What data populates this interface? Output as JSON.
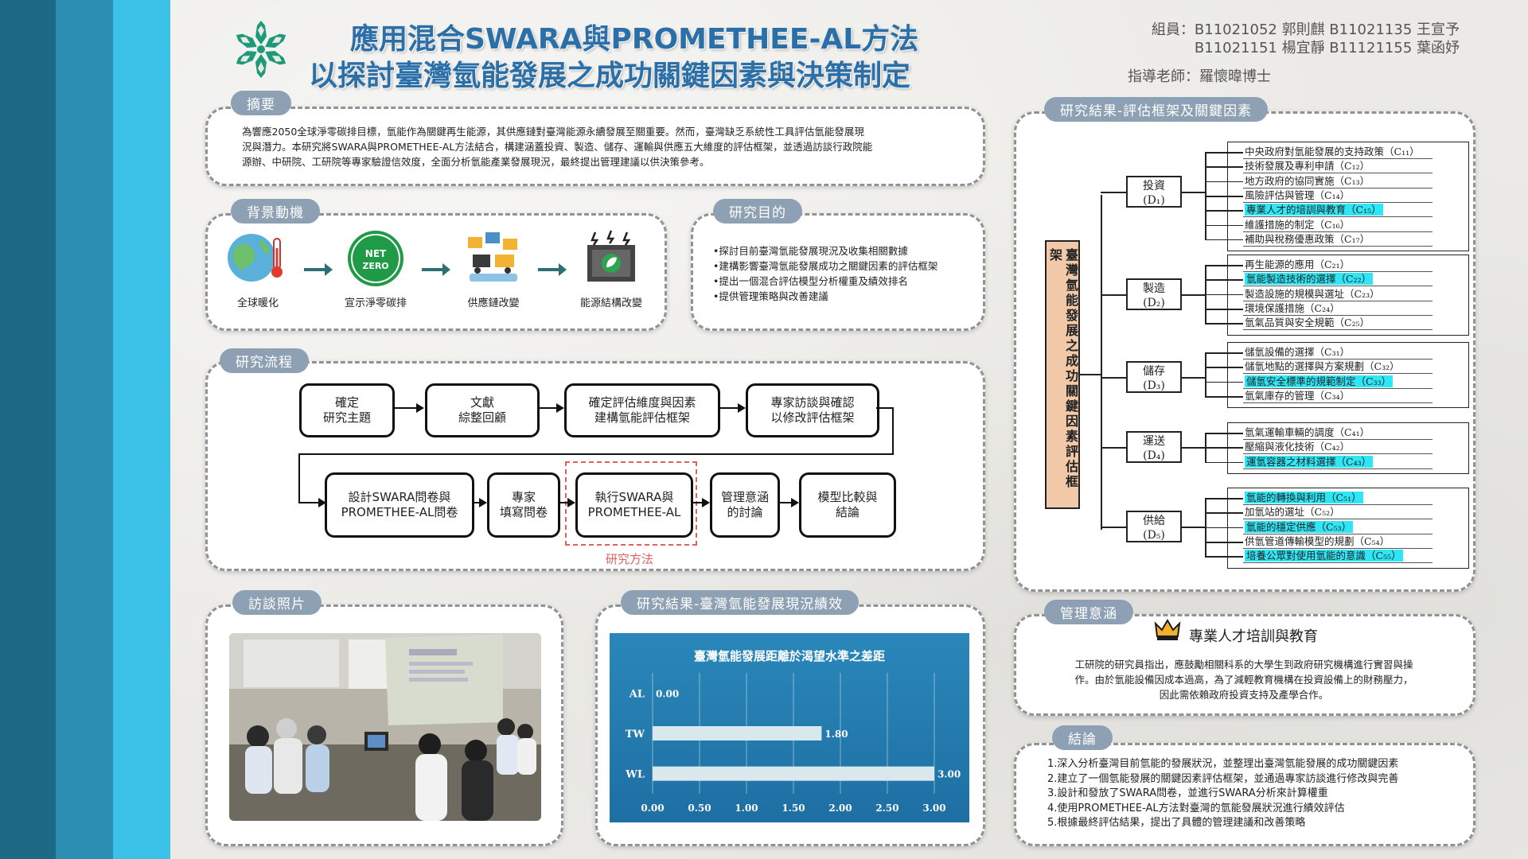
{
  "header": {
    "title_line1": "應用混合SWARA與PROMETHEE-AL方法",
    "title_line2": "以探討臺灣氫能發展之成功關鍵因素與決策制定",
    "members_line1": "組員：B11021052 郭則麒 B11021135 王宣予",
    "members_line2": "B11021151 楊宜靜 B11121155 葉函妤",
    "advisor": "指導老師：羅懷暐博士",
    "logo_icon": "snowflake-logo-icon",
    "accent": "#2b6fa8"
  },
  "abstract": {
    "tag": "摘要",
    "line1": "為響應2050全球淨零碳排目標，氫能作為關鍵再生能源，其供應鏈對臺灣能源永續發展至關重要。然而，臺灣缺乏系統性工具評估氫能發展現",
    "line2": "況與潛力。本研究將SWARA與PROMETHEE-AL方法結合，構建涵蓋投資、製造、儲存、運輸與供應五大維度的評估框架，並透過訪談行政院能",
    "line3": "源辦、中研院、工研院等專家驗證信效度，全面分析氫能產業發展現況，最終提出管理建議以供決策參考。"
  },
  "background": {
    "tag": "背景動機",
    "steps": [
      {
        "label": "全球暖化",
        "icon": "globe-thermometer-icon"
      },
      {
        "label": "宣示淨零碳排",
        "icon": "net-zero-icon",
        "badge_top": "NET",
        "badge_bottom": "ZERO"
      },
      {
        "label": "供應鏈改變",
        "icon": "supply-chain-icon"
      },
      {
        "label": "能源結構改變",
        "icon": "energy-factory-icon"
      }
    ]
  },
  "purpose": {
    "tag": "研究目的",
    "items": [
      "•探討目前臺灣氫能發展現況及收集相關數據",
      "•建構影響臺灣氫能發展成功之關鍵因素的評估框架",
      "•提出一個混合評估模型分析權重及績效排名",
      "•提供管理策略與改善建議"
    ]
  },
  "process": {
    "tag": "研究流程",
    "row1": [
      "確定\n研究主題",
      "文獻\n綜整回顧",
      "確定評估維度與因素\n建構氫能評估框架",
      "專家訪談與確認\n以修改評估框架"
    ],
    "row2": [
      "設計SWARA問卷與\nPROMETHEE-AL問卷",
      "專家\n填寫問卷",
      "執行SWARA與\nPROMETHEE-AL",
      "管理意涵\n的討論",
      "模型比較與\n結論"
    ],
    "method_label": "研究方法"
  },
  "framework": {
    "tag": "研究結果-評估框架及關鍵因素",
    "root": "臺灣氫能發展之成功關鍵因素評估框架",
    "dimensions": [
      {
        "name": "投資",
        "code": "(D₁)",
        "factors": [
          {
            "text": "中央政府對氫能發展的支持政策（C₁₁）",
            "hl": false
          },
          {
            "text": "技術發展及專利申請（C₁₂）",
            "hl": false
          },
          {
            "text": "地方政府的協同實施（C₁₃）",
            "hl": false
          },
          {
            "text": "風險評估與管理（C₁₄）",
            "hl": false
          },
          {
            "text": "專業人才的培訓與教育（C₁₅）",
            "hl": true
          },
          {
            "text": "維護措施的制定（C₁₆）",
            "hl": false
          },
          {
            "text": "補助與稅務優惠政策（C₁₇）",
            "hl": false
          }
        ]
      },
      {
        "name": "製造",
        "code": "(D₂)",
        "factors": [
          {
            "text": "再生能源的應用（C₂₁）",
            "hl": false
          },
          {
            "text": "氫能製造技術的選擇（C₂₂）",
            "hl": true
          },
          {
            "text": "製造設施的規模與選址（C₂₃）",
            "hl": false
          },
          {
            "text": "環境保護措施（C₂₄）",
            "hl": false
          },
          {
            "text": "氫氣品質與安全規範（C₂₅）",
            "hl": false
          }
        ]
      },
      {
        "name": "儲存",
        "code": "(D₃)",
        "factors": [
          {
            "text": "儲氫設備的選擇（C₃₁）",
            "hl": false
          },
          {
            "text": "儲氫地點的選擇與方案規劃（C₃₂）",
            "hl": false
          },
          {
            "text": "儲氫安全標準的規範制定（C₃₃）",
            "hl": true
          },
          {
            "text": "氫氣庫存的管理（C₃₄）",
            "hl": false
          }
        ]
      },
      {
        "name": "運送",
        "code": "(D₄)",
        "factors": [
          {
            "text": "氫氣運輸車輛的調度（C₄₁）",
            "hl": false
          },
          {
            "text": "壓縮與液化技術（C₄₂）",
            "hl": false
          },
          {
            "text": "運氫容器之材料選擇（C₄₃）",
            "hl": true
          }
        ]
      },
      {
        "name": "供給",
        "code": "(D₅)",
        "factors": [
          {
            "text": "氫能的轉換與利用（C₅₁）",
            "hl": true
          },
          {
            "text": "加氫站的選址（C₅₂）",
            "hl": false
          },
          {
            "text": "氫能的穩定供應（C₅₃）",
            "hl": true
          },
          {
            "text": "供氫管道傳輸模型的規劃（C₅₄）",
            "hl": false
          },
          {
            "text": "培養公眾對使用氫能的意識（C₅₅）",
            "hl": true
          }
        ]
      }
    ]
  },
  "photos": {
    "tag": "訪談照片"
  },
  "performance": {
    "tag": "研究結果-臺灣氫能發展現況績效"
  },
  "chart_data": {
    "type": "bar",
    "orientation": "horizontal",
    "title": "臺灣氫能發展距離於渴望水準之差距",
    "categories": [
      "AL",
      "TW",
      "WL"
    ],
    "values": [
      0.0,
      1.8,
      3.0
    ],
    "value_labels": [
      "0.00",
      "1.80",
      "3.00"
    ],
    "x_ticks": [
      "0.00",
      "0.50",
      "1.00",
      "1.50",
      "2.00",
      "2.50",
      "3.00"
    ],
    "xlim": [
      0,
      3.0
    ],
    "grid": true,
    "bar_color": "#d8e8ec",
    "bg_color": "#2580b3"
  },
  "implication": {
    "tag": "管理意涵",
    "heading": "專業人才培訓與教育",
    "icon": "crown-icon",
    "line1": "工研院的研究員指出，應鼓勵相關科系的大學生到政府研究機構進行實習與操",
    "line2": "作。由於氫能設備因成本過高，為了減輕教育機構在投資設備上的財務壓力，",
    "line3": "因此需依賴政府投資支持及產學合作。"
  },
  "conclusion": {
    "tag": "結論",
    "items": [
      "1.深入分析臺灣目前氫能的發展狀況，並整理出臺灣氫能發展的成功關鍵因素",
      "2.建立了一個氫能發展的關鍵因素評估框架，並通過專家訪談進行修改與完善",
      "3.設計和發放了SWARA問卷，並進行SWARA分析來計算權重",
      "4.使用PROMETHEE-AL方法對臺灣的氫能發展狀況進行績效評估",
      "5.根據最終評估結果，提出了具體的管理建議和改善策略"
    ]
  }
}
